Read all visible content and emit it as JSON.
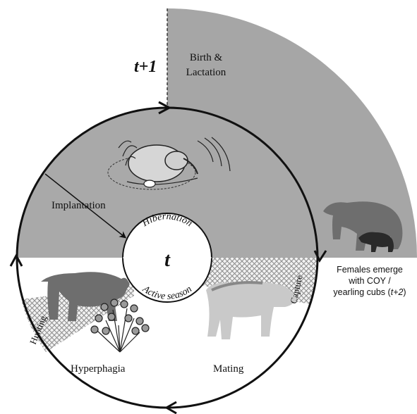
{
  "labels": {
    "t_next": "t+1",
    "birth_line1": "Birth &",
    "birth_line2": "Lactation",
    "implantation": "Implantation",
    "hibernation": "Hibernation",
    "center_t": "t",
    "active_season": "Active season",
    "capture": "Capture",
    "hunting": "Hunting",
    "hyperphagia": "Hyperphagia",
    "mating": "Mating",
    "emerge_line1": "Females emerge",
    "emerge_line2": "with COY /",
    "emerge_line3_prefix": "yearling cubs (",
    "emerge_line3_italic": "t+2",
    "emerge_line3_suffix": ")"
  },
  "colors": {
    "hibernation_fill": "#a9a9a9",
    "outer_sector_fill": "#a6a6a6",
    "hatch": "#8c8c8c",
    "ring": "#111111",
    "bear_dark": "#6e6e6e",
    "bear_light": "#c9c9c9",
    "cub": "#2a2a2a"
  },
  "icons": [
    "hibernating-bear-icon",
    "walking-bear-icon",
    "light-bear-icon",
    "bear-with-cub-icon",
    "berry-bush-icon"
  ]
}
